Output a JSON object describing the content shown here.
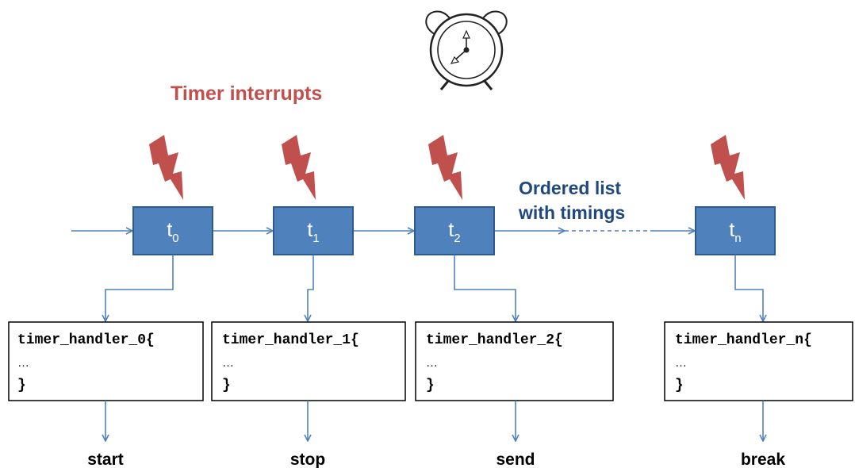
{
  "title": "Timer interrupts",
  "list_label": {
    "line1": "Ordered list",
    "line2": "with timings"
  },
  "icons": {
    "clock": "alarm-clock-icon",
    "interrupt": "lightning-bolt-icon"
  },
  "colors": {
    "node_fill": "#4f81bd",
    "bolt": "#c0504d",
    "title": "#c0504d",
    "list_label": "#1f497d",
    "arrow": "#4f81bd"
  },
  "timers": [
    {
      "name": "t",
      "sub": "0",
      "handler": "timer_handler_0{",
      "body": "…",
      "close": "}",
      "action": "start"
    },
    {
      "name": "t",
      "sub": "1",
      "handler": "timer_handler_1{",
      "body": "…",
      "close": "}",
      "action": "stop"
    },
    {
      "name": "t",
      "sub": "2",
      "handler": "timer_handler_2{",
      "body": "…",
      "close": "}",
      "action": "send"
    },
    {
      "name": "t",
      "sub": "n",
      "handler": "timer_handler_n{",
      "body": "…",
      "close": "}",
      "action": "break"
    }
  ]
}
